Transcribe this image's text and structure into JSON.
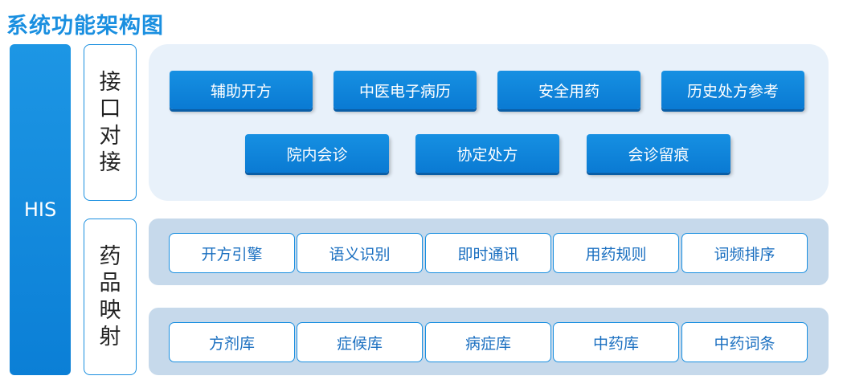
{
  "title": "系统功能架构图",
  "his_label": "HIS",
  "interface_label": "接口对接",
  "drug_label": "药品映射",
  "interface_features": {
    "row1": [
      "辅助开方",
      "中医电子病历",
      "安全用药",
      "历史处方参考"
    ],
    "row2": [
      "院内会诊",
      "协定处方",
      "会诊留痕"
    ]
  },
  "drug_row1": [
    "开方引擎",
    "语义识别",
    "即时通讯",
    "用药规则",
    "词频排序"
  ],
  "drug_row2": [
    "方剂库",
    "症候库",
    "病症库",
    "中药库",
    "中药词条"
  ],
  "colors": {
    "accent": "#1a8fe0",
    "button_fill": "#0d82d8",
    "panel_light": "#e8f1fa",
    "panel_mid": "#c6d9eb"
  }
}
